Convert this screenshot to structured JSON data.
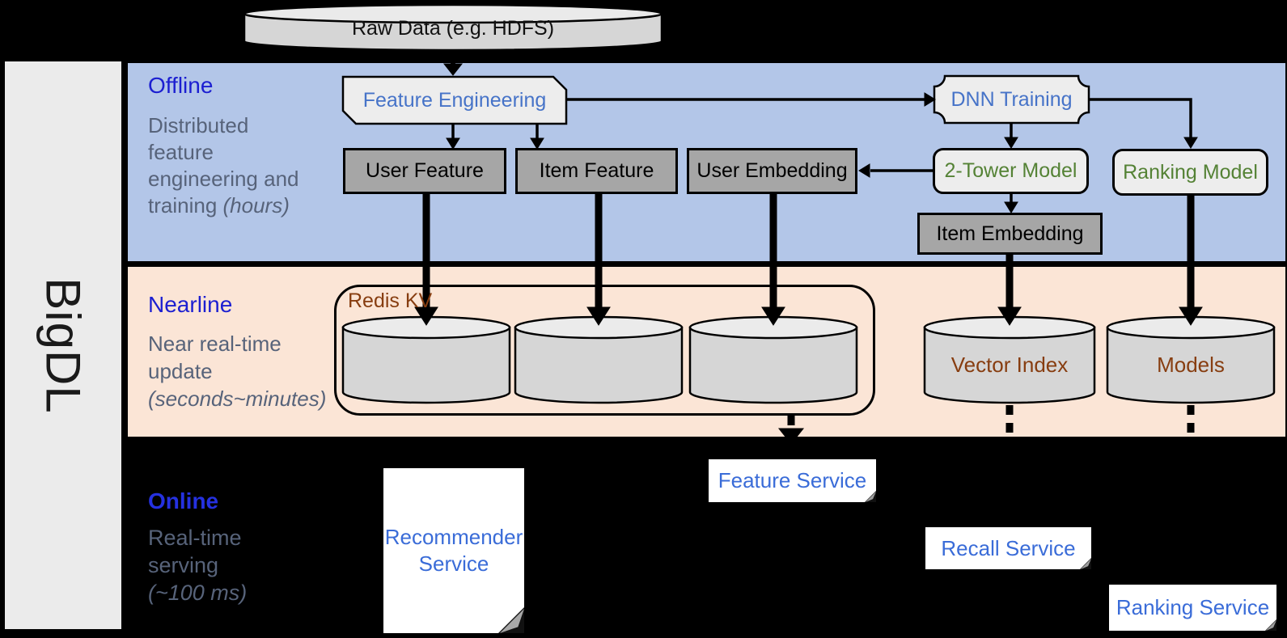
{
  "brand": {
    "vertical_label": "BigDL"
  },
  "raw_data": {
    "label": "Raw Data (e.g. HDFS)"
  },
  "sections": {
    "offline": {
      "title": "Offline",
      "desc": [
        "Distributed",
        "feature",
        "engineering and",
        "training "
      ],
      "desc_italic": "(hours)"
    },
    "nearline": {
      "title": "Nearline",
      "desc": [
        "Near real-time",
        "update"
      ],
      "desc_italic": "(seconds~minutes)"
    },
    "online": {
      "title": "Online",
      "desc": [
        "Real-time",
        "serving"
      ],
      "desc_italic": "(~100 ms)"
    }
  },
  "nodes": {
    "feature_engineering": "Feature Engineering",
    "dnn_training": "DNN Training",
    "user_feature": "User Feature",
    "item_feature": "Item Feature",
    "user_embedding": "User Embedding",
    "two_tower_model": "2-Tower Model",
    "ranking_model": "Ranking Model",
    "item_embedding": "Item Embedding",
    "redis_kv": "Redis KV",
    "vector_index": "Vector Index",
    "models": "Models",
    "recommender_service": "Recommender Service",
    "feature_service": "Feature Service",
    "recall_service": "Recall Service",
    "ranking_service": "Ranking Service"
  },
  "colors": {
    "offline_bg": "#b3c6e8",
    "nearline_bg": "#fbe5d6",
    "online_bg": "#000000",
    "sidebar_bg": "#ebebeb",
    "section_title_blue": "#1c1fd1",
    "online_title_blue": "#2531e0",
    "muted_desc_text": "#57637a",
    "process_text_blue": "#4673c8",
    "model_text_green": "#548235",
    "storage_text_brown": "#873d10",
    "service_text_blue": "#3a6cd8",
    "dark_node_fill": "#a6a6a6",
    "light_node_fill": "#ededed",
    "cylinder_fill": "#d6d6d6"
  }
}
